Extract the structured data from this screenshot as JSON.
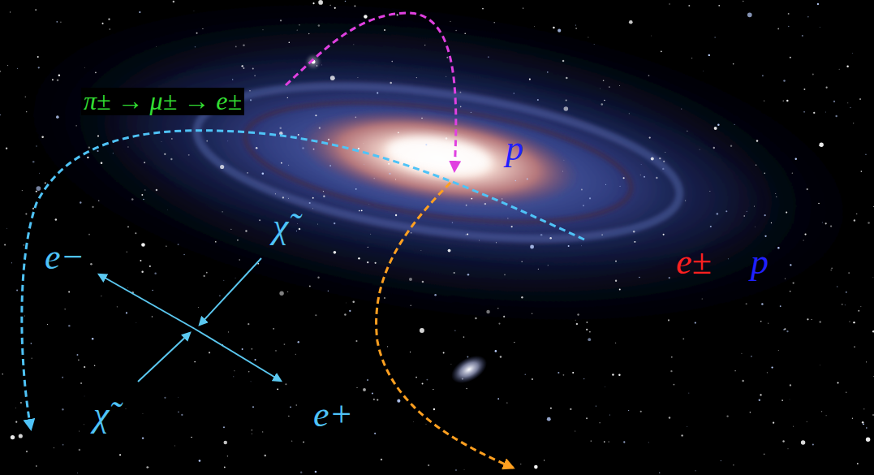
{
  "diagram": {
    "labels": [
      "π± → μ± → e±",
      "p",
      "χ̃",
      "e−",
      "e±",
      "p",
      "χ̃",
      "e+"
    ]
  }
}
